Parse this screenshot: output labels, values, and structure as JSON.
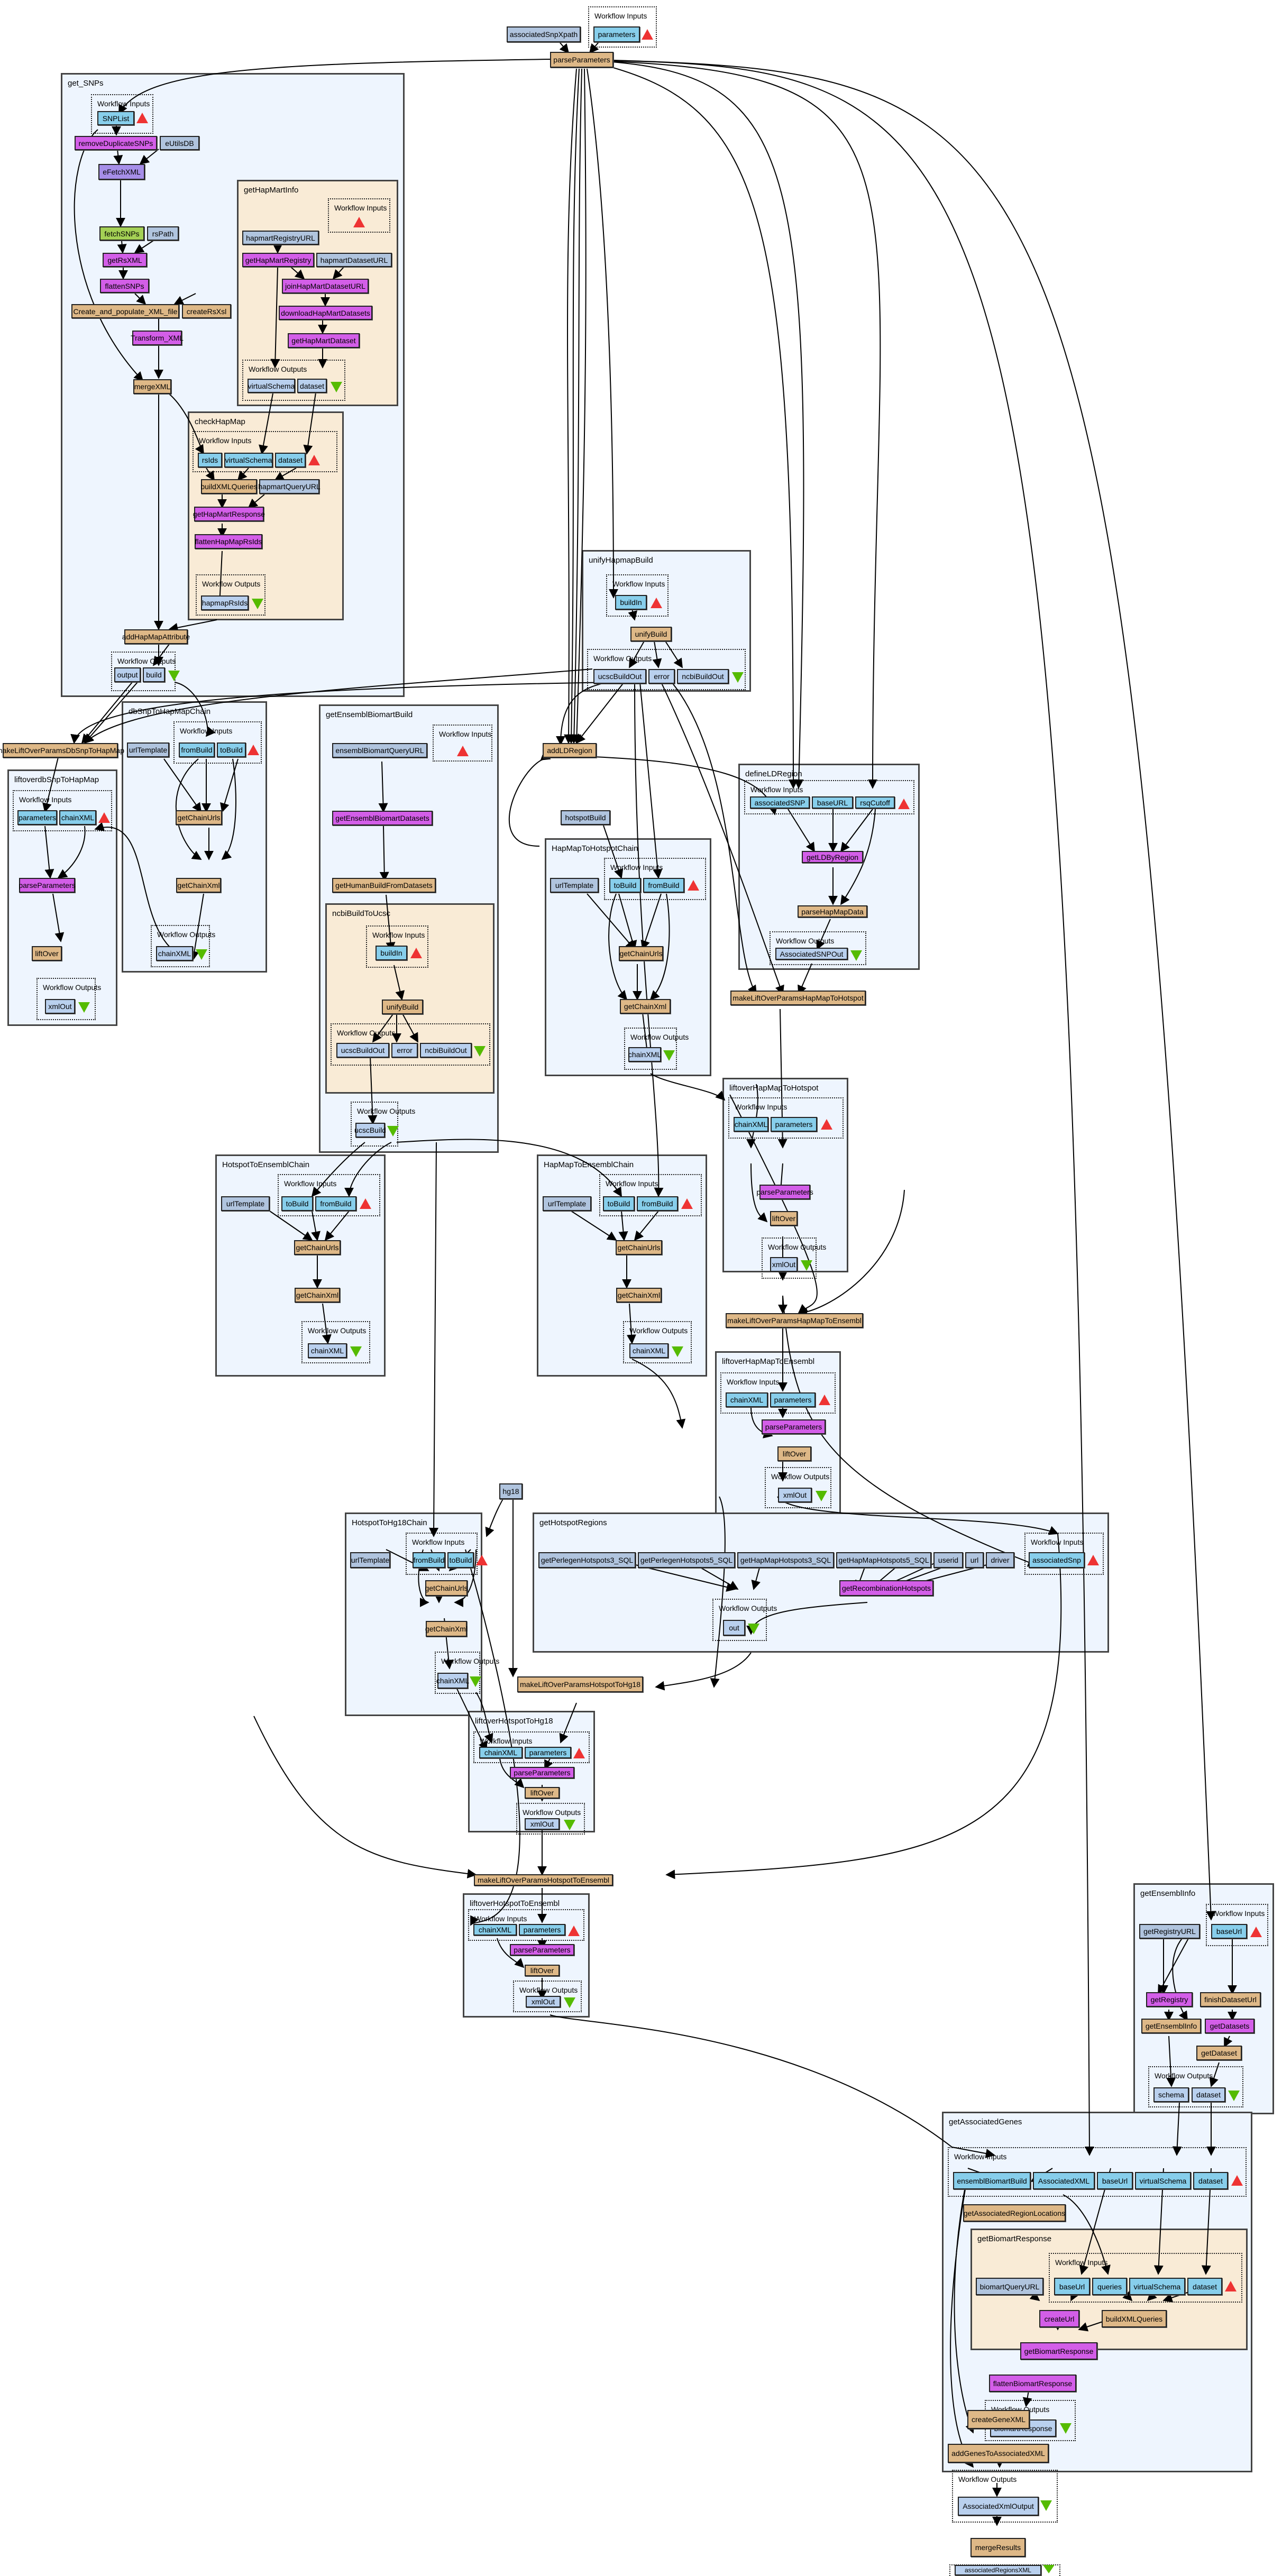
{
  "labels": {
    "workflow_inputs": "Workflow Inputs",
    "workflow_outputs": "Workflow Outputs"
  },
  "colors": {
    "input": "#87ceeb",
    "output": "#b9d0ee",
    "constant": "#b0c4de",
    "beanshell": "#deb887",
    "service": "#d35ee8",
    "xpath": "#a68ee8",
    "local": "#a4d055",
    "cluster_blue": "#eef5fe",
    "cluster_tan": "#f9ebd6",
    "input_marker": "#ee3333",
    "output_marker": "#55bb00"
  },
  "top": {
    "associatedSnpXpath": "associatedSnpXpath",
    "parameters": "parameters",
    "parseParameters": "parseParameters"
  },
  "get_SNPs": {
    "title": "get_SNPs",
    "SNPList": "SNPList",
    "removeDuplicateSNPs": "removeDuplicateSNPs",
    "eUtilsDB": "eUtilsDB",
    "eFetchXML": "eFetchXML",
    "fetchSNPs": "fetchSNPs",
    "rsPath": "rsPath",
    "getRsXML": "getRsXML",
    "flattenSNPs": "flattenSNPs",
    "createXml": "Create_and_populate_XML_file",
    "createRsXsl": "createRsXsl",
    "transformXml": "Transform_XML",
    "mergeXML": "mergeXML",
    "addHapMapAttribute": "addHapMapAttribute",
    "output": "output",
    "build": "build"
  },
  "getHapMartInfo": {
    "title": "getHapMartInfo",
    "hapmartRegistryURL": "hapmartRegistryURL",
    "getHapMartRegistry": "getHapMartRegistry",
    "hapmartDatasetURL": "hapmartDatasetURL",
    "joinHapMartDatasetURL": "joinHapMartDatasetURL",
    "downloadHapMartDatasets": "downloadHapMartDatasets",
    "getHapMartDataset": "getHapMartDataset",
    "virtualSchema": "virtualSchema",
    "dataset": "dataset"
  },
  "checkHapMap": {
    "title": "checkHapMap",
    "rsIds": "rsIds",
    "virtualSchema": "virtualSchema",
    "dataset": "dataset",
    "buildXMLQueries": "buildXMLQueries",
    "hapmartQueryURL": "hapmartQueryURL",
    "getHapMartResponse": "getHapMartResponse",
    "flattenHapMapRsIds": "flattenHapMapRsIds",
    "hapmapRsIds": "hapmapRsIds"
  },
  "unifyHapmapBuild": {
    "title": "unifyHapmapBuild",
    "buildIn": "buildIn",
    "unifyBuild": "unifyBuild",
    "ucscBuildOut": "ucscBuildOut",
    "error": "error",
    "ncbiBuildOut": "ncbiBuildOut"
  },
  "makeLiftOverParamsDbSnpToHapMap": "makeLiftOverParamsDbSnpToHapMap",
  "liftoverdbSnpToHapMap": {
    "title": "liftoverdbSnpToHapMap",
    "parameters": "parameters",
    "chainXML": "chainXML",
    "parseParameters": "parseParameters",
    "liftOver": "liftOver",
    "xmlOut": "xmlOut"
  },
  "dbSnpToHapMapChain": {
    "title": "dbSnpToHapMapChain",
    "urlTemplate": "urlTemplate",
    "fromBuild": "fromBuild",
    "toBuild": "toBuild",
    "getChainUrls": "getChainUrls",
    "getChainXml": "getChainXml",
    "chainXML": "chainXML"
  },
  "getEnsemblBiomartBuild": {
    "title": "getEnsemblBiomartBuild",
    "ensemblBiomartQueryURL": "ensemblBiomartQueryURL",
    "getEnsemblBiomartDatasets": "getEnsemblBiomartDatasets",
    "getHumanBuildFromDatasets": "getHumanBuildFromDatasets",
    "ucscBuild": "ucscBuild"
  },
  "ncbiBuildToUcsc": {
    "title": "ncbiBuildToUcsc",
    "buildIn": "buildIn",
    "unifyBuild": "unifyBuild",
    "ucscBuildOut": "ucscBuildOut",
    "error": "error",
    "ncbiBuildOut": "ncbiBuildOut"
  },
  "addLDRegion": "addLDRegion",
  "hotspotBuild": "hotspotBuild",
  "HapMapToHotspotChain": {
    "title": "HapMapToHotspotChain",
    "urlTemplate": "urlTemplate",
    "toBuild": "toBuild",
    "fromBuild": "fromBuild",
    "getChainUrls": "getChainUrls",
    "getChainXml": "getChainXml",
    "chainXML": "chainXML"
  },
  "defineLDRegion": {
    "title": "defineLDRegion",
    "associatedSNP": "associatedSNP",
    "baseURL": "baseURL",
    "rsqCutoff": "rsqCutoff",
    "getLDByRegion": "getLDByRegion",
    "parseHapMapData": "parseHapMapData",
    "AssociatedSNPOut": "AssociatedSNPOut"
  },
  "makeLiftOverParamsHapMapToHotspot": "makeLiftOverParamsHapMapToHotspot",
  "liftoverHapMapToHotspot": {
    "title": "liftoverHapMapToHotspot",
    "chainXML": "chainXML",
    "parameters": "parameters",
    "parseParameters": "parseParameters",
    "liftOver": "liftOver",
    "xmlOut": "xmlOut"
  },
  "HotspotToEnsemblChain": {
    "title": "HotspotToEnsemblChain",
    "urlTemplate": "urlTemplate",
    "toBuild": "toBuild",
    "fromBuild": "fromBuild",
    "getChainUrls": "getChainUrls",
    "getChainXml": "getChainXml",
    "chainXML": "chainXML"
  },
  "HapMapToEnsemblChain": {
    "title": "HapMapToEnsemblChain",
    "urlTemplate": "urlTemplate",
    "toBuild": "toBuild",
    "fromBuild": "fromBuild",
    "getChainUrls": "getChainUrls",
    "getChainXml": "getChainXml",
    "chainXML": "chainXML"
  },
  "makeLiftOverParamsHapMapToEnsembl": "makeLiftOverParamsHapMapToEnsembl",
  "liftoverHapMapToEnsembl": {
    "title": "liftoverHapMapToEnsembl",
    "chainXML": "chainXML",
    "parameters": "parameters",
    "parseParameters": "parseParameters",
    "liftOver": "liftOver",
    "xmlOut": "xmlOut"
  },
  "hg18": "hg18",
  "HotspotToHg18Chain": {
    "title": "HotspotToHg18Chain",
    "urlTemplate": "urlTemplate",
    "fromBuild": "fromBuild",
    "toBuild": "toBuild",
    "getChainUrls": "getChainUrls",
    "getChainXml": "getChainXml",
    "chainXML": "chainXML"
  },
  "getHotspotRegions": {
    "title": "getHotspotRegions",
    "sql": [
      "getPerlegenHotspots3_SQL",
      "getPerlegenHotspots5_SQL",
      "getHapMapHotspots3_SQL",
      "getHapMapHotspots5_SQL",
      "userid",
      "url",
      "driver"
    ],
    "associatedSnp": "associatedSnp",
    "getRecombinationHotspots": "getRecombinationHotspots",
    "out": "out"
  },
  "makeLiftOverParamsHotspotToHg18": "makeLiftOverParamsHotspotToHg18",
  "liftoverHotspotToHg18": {
    "title": "liftoverHotspotToHg18",
    "chainXML": "chainXML",
    "parameters": "parameters",
    "parseParameters": "parseParameters",
    "liftOver": "liftOver",
    "xmlOut": "xmlOut"
  },
  "makeLiftOverParamsHotspotToEnsembl": "makeLiftOverParamsHotspotToEnsembl",
  "liftoverHotspotToEnsembl": {
    "title": "liftoverHotspotToEnsembl",
    "chainXML": "chainXML",
    "parameters": "parameters",
    "parseParameters": "parseParameters",
    "liftOver": "liftOver",
    "xmlOut": "xmlOut"
  },
  "getEnsemblInfo": {
    "title": "getEnsemblInfo",
    "getRegistryURL": "getRegistryURL",
    "baseUrl": "baseUrl",
    "getRegistry": "getRegistry",
    "finishDatasetUrl": "finishDatasetUrl",
    "getEnsemblInfo": "getEnsemblInfo",
    "getDatasets": "getDatasets",
    "getDataset": "getDataset",
    "schema": "schema",
    "dataset": "dataset"
  },
  "getAssociatedGenes": {
    "title": "getAssociatedGenes",
    "ensemblBiomartBuild": "ensemblBiomartBuild",
    "AssociatedXML": "AssociatedXML",
    "baseUrl": "baseUrl",
    "virtualSchema": "virtualSchema",
    "dataset": "dataset",
    "getAssociatedRegionLocations": "getAssociatedRegionLocations",
    "createGeneXML": "createGeneXML",
    "addGenesToAssociatedXML": "addGenesToAssociatedXML",
    "AssociatedXmlOutput": "AssociatedXmlOutput"
  },
  "getBiomartResponse": {
    "title": "getBiomartResponse",
    "biomartQueryURL": "biomartQueryURL",
    "baseUrl": "baseUrl",
    "queries": "queries",
    "virtualSchema": "virtualSchema",
    "dataset": "dataset",
    "createUrl": "createUrl",
    "buildXMLQueries": "buildXMLQueries",
    "getBiomartResponse": "getBiomartResponse",
    "flattenBiomartResponse": "flattenBiomartResponse",
    "biomartResponse": "biomartResponse"
  },
  "mergeResults": "mergeResults",
  "associatedRegionsXML": "associatedRegionsXML"
}
